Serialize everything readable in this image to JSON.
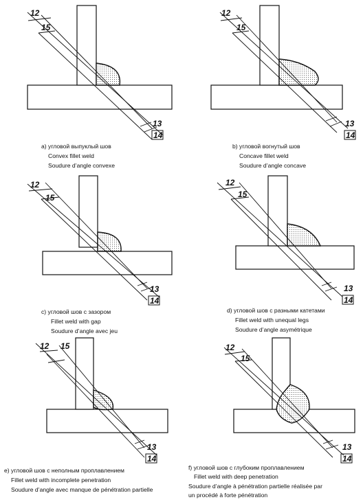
{
  "labels": {
    "l12": "12",
    "l13": "13",
    "l14": "14",
    "l15": "15"
  },
  "panels": [
    {
      "id": "a",
      "ru": "a) угловой выпуклый шов",
      "en": "Convex fillet weld",
      "fr": "Soudure d’angle convexe"
    },
    {
      "id": "b",
      "ru": "b) угловой вогнутый шов",
      "en": "Concave fillet weld",
      "fr": "Soudure d’angle concave"
    },
    {
      "id": "c",
      "ru": "c) угловой шов с зазором",
      "en": "Fillet weld with gap",
      "fr": "Soudure d’angle avec jeu"
    },
    {
      "id": "d",
      "ru": "d) угловой шов с разными катетами",
      "en": "Fillet weld with unequal legs",
      "fr": "Soudure d’angle asymétrique"
    },
    {
      "id": "e",
      "ru": "e) угловой шов с неполным проплавлением",
      "en": "Fillet weld with incomplete penetration",
      "fr": "Soudure d’angle avec manque de pénétration partielle"
    },
    {
      "id": "f",
      "ru": "f) угловой шов с глубоким проплавлением",
      "en": "Fillet weld with deep penetration",
      "fr": "Soudure d’angle à pénétration partielle réalisée par",
      "fr2": "un procédé  à forte pénétration"
    }
  ]
}
